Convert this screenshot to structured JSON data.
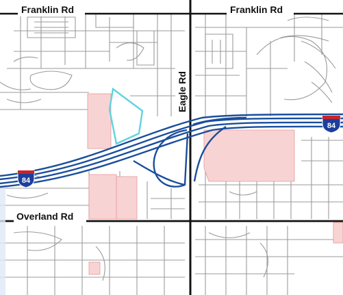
{
  "map": {
    "road_labels": {
      "franklin_west": "Franklin Rd",
      "franklin_east": "Franklin Rd",
      "eagle": "Eagle Rd",
      "overland": "Overland Rd"
    },
    "interstate": {
      "route_number": "84",
      "shield_west": "84",
      "shield_east": "84"
    },
    "colors": {
      "background": "#ffffff",
      "street": "#9a9a9a",
      "major_road": "#111111",
      "freeway": "#1a4e9c",
      "parcel_highlight": "#f8d3d3",
      "parcel_outline": "#e39a9a",
      "subject_parcel": "#5fd3df",
      "shield_blue": "#1d3f9c",
      "shield_red": "#c8242b",
      "page_edge": "#dfe8f6"
    }
  }
}
